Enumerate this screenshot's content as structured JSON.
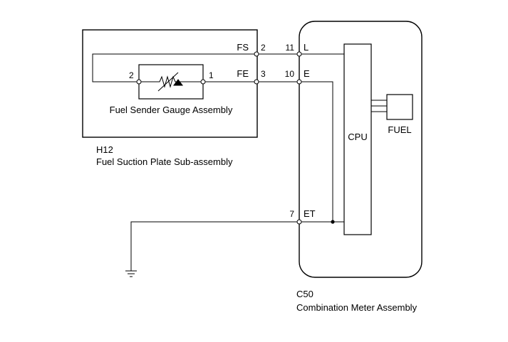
{
  "left_module": {
    "code": "H12",
    "name": "Fuel Suction Plate Sub-assembly",
    "sender": {
      "name": "Fuel Sender Gauge Assembly",
      "pin_left": "2",
      "pin_right": "1"
    },
    "terminals": [
      {
        "label": "FS",
        "pin": "2"
      },
      {
        "label": "FE",
        "pin": "3"
      }
    ]
  },
  "right_module": {
    "code": "C50",
    "name": "Combination Meter Assembly",
    "terminals": [
      {
        "pin": "11",
        "label": "L"
      },
      {
        "pin": "10",
        "label": "E"
      },
      {
        "pin": "7",
        "label": "ET"
      }
    ],
    "cpu_label": "CPU",
    "fuel_gauge_label": "FUEL"
  },
  "colors": {
    "line": "#000000",
    "background": "#ffffff"
  }
}
